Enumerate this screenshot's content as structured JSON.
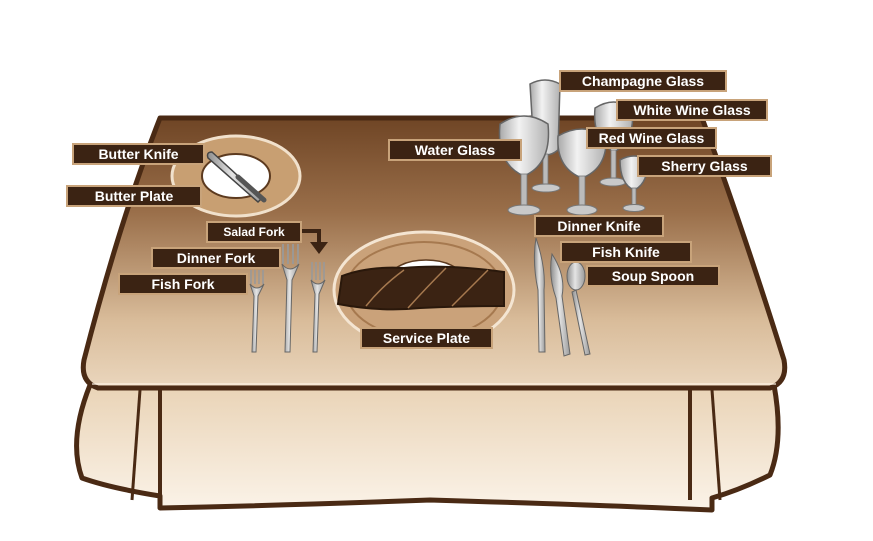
{
  "labels": {
    "champagne_glass": "Champagne Glass",
    "white_wine_glass": "White Wine Glass",
    "red_wine_glass": "Red Wine Glass",
    "water_glass": "Water Glass",
    "sherry_glass": "Sherry Glass",
    "butter_knife": "Butter Knife",
    "butter_plate": "Butter Plate",
    "salad_fork": "Salad Fork",
    "dinner_fork": "Dinner Fork",
    "fish_fork": "Fish Fork",
    "dinner_knife": "Dinner Knife",
    "fish_knife": "Fish Knife",
    "soup_spoon": "Soup Spoon",
    "service_plate": "Service Plate"
  },
  "colors": {
    "label_bg": "#3b2313",
    "label_border": "#c8a37a",
    "table_top": "#7d5434",
    "tablecloth": "#f3e4d0",
    "outline": "#4a2a14",
    "silver": "#b9b9b9"
  }
}
